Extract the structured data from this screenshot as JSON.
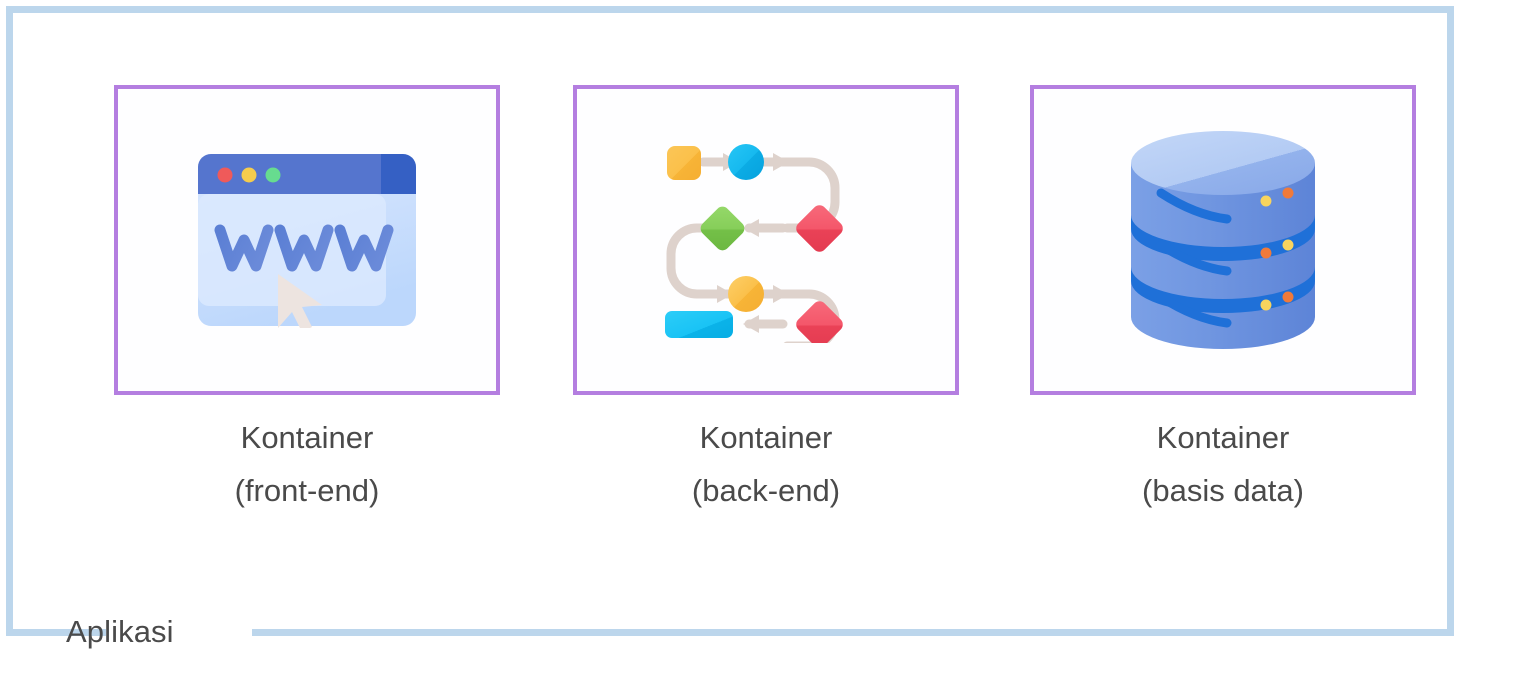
{
  "boundary": {
    "label": "Aplikasi",
    "border_color": "#bcd6ec",
    "label_color": "#4a4a4a"
  },
  "theme": {
    "card_border_color": "#b47ee0",
    "page_background": "#ffffff",
    "caption_color": "#4a4a4a"
  },
  "containers": [
    {
      "id": "frontend",
      "icon": "browser-window-www-icon",
      "caption_line1": "Kontainer",
      "caption_line2": "(front-end)",
      "icon_colors": {
        "titlebar": "#5575ce",
        "titlebar_dark": "#3560c4",
        "body_light": "#d4e4fd",
        "body_mid": "#bcd7fc",
        "dot_red": "#ef5a5a",
        "dot_yellow": "#f5cc4d",
        "dot_green": "#67dc8f",
        "www_text": "#5b7fd4",
        "cursor": "#ede4e0"
      },
      "icon_text": "WWW"
    },
    {
      "id": "backend",
      "icon": "flowchart-process-icon",
      "caption_line1": "Kontainer",
      "caption_line2": "(back-end)",
      "icon_colors": {
        "connector": "#ded2cc",
        "node_orange": "#fbc04a",
        "node_orange_dark": "#f5ae32",
        "node_cyan": "#16b9ef",
        "node_cyan_dark": "#0aa8e2",
        "node_red": "#f4566a",
        "node_red_dark": "#e8success",
        "node_green": "#86ce59",
        "node_green_dark": "#6fbc46",
        "node_yellow": "#fbc04a",
        "node_blue": "#19c3f5"
      },
      "nodes": [
        {
          "shape": "rounded-square",
          "color": "orange",
          "row": 1
        },
        {
          "shape": "circle",
          "color": "cyan",
          "row": 1
        },
        {
          "shape": "diamond",
          "color": "red",
          "row": 2
        },
        {
          "shape": "diamond",
          "color": "green",
          "row": 2
        },
        {
          "shape": "circle",
          "color": "yellow",
          "row": 3
        },
        {
          "shape": "diamond",
          "color": "red",
          "row": 4
        },
        {
          "shape": "rounded-rect",
          "color": "blue",
          "row": 4
        }
      ]
    },
    {
      "id": "database",
      "icon": "database-cylinder-icon",
      "caption_line1": "Kontainer",
      "caption_line2": "(basis data)",
      "icon_colors": {
        "top_light": "#a8c2f0",
        "top_highlight": "#bcd2f5",
        "body": "#6f95e0",
        "body_shade": "#5f86d8",
        "band": "#1f70d8",
        "stripe": "#1f70d8",
        "led_yellow": "#f8d45e",
        "led_orange": "#f07a3a"
      },
      "band_count": 3
    }
  ]
}
